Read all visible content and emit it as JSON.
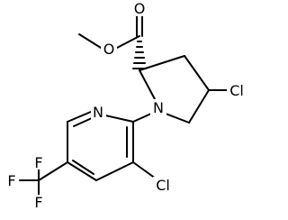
{
  "molecule": {
    "atoms": {
      "carbonyl_oxygen": "O",
      "ester_oxygen": "O",
      "pyrrolidine_nitrogen": "N",
      "pyridine_nitrogen": "N",
      "ring_chlorine": "Cl",
      "pyridine_chlorine": "Cl",
      "fluorine_top": "F",
      "fluorine_left": "F",
      "fluorine_bottom": "F"
    },
    "stereo_wedge": "hashed"
  }
}
